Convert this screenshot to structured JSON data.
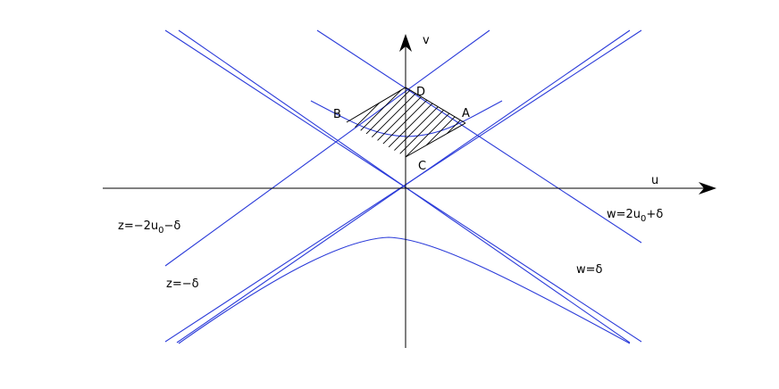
{
  "axes": {
    "horizontal_label": "u",
    "vertical_label": "v"
  },
  "points": {
    "a": "A",
    "b": "B",
    "c": "C",
    "d": "D"
  },
  "line_labels": {
    "w_upper": {
      "prefix": "w=2u",
      "subscript": "0",
      "suffix": "+δ"
    },
    "w_lower": "w=δ",
    "z_upper": {
      "prefix": "z=−2u",
      "subscript": "0",
      "suffix": "−δ"
    },
    "z_lower": "z=−δ"
  },
  "colors": {
    "curve": "#2b3bd9",
    "axis": "#000000",
    "hatch": "#000000"
  }
}
